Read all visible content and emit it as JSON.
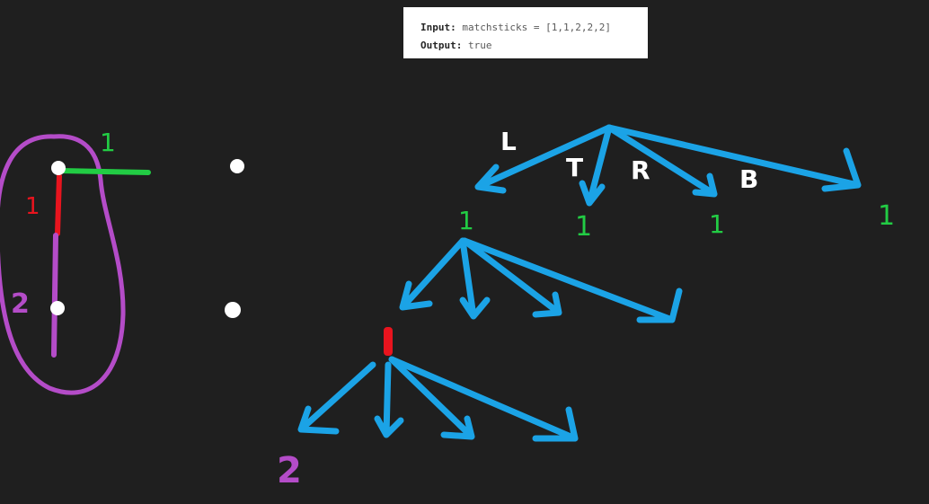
{
  "example": {
    "input_label": "Input:",
    "input_value": "matchsticks = [1,1,2,2,2]",
    "output_label": "Output:",
    "output_value": "true"
  },
  "annotations": {
    "left_top_length": "1",
    "left_side_length": "1",
    "left_purple_length": "2",
    "side_L": "L",
    "side_T": "T",
    "side_R": "R",
    "side_B": "B",
    "branch_1_value": "1",
    "branch_2_value": "1",
    "branch_3_value": "1",
    "level_1_node": "1",
    "bottom_value": "2"
  },
  "colors": {
    "background": "#1f1f1f",
    "arrow": "#1ba3e6",
    "green": "#22cc44",
    "red": "#e8141e",
    "purple": "#b44cc8",
    "white": "#ffffff"
  }
}
